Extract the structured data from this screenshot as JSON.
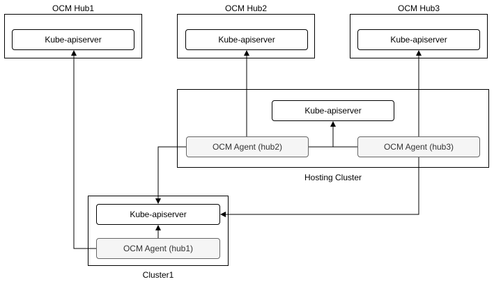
{
  "hubs": [
    {
      "title": "OCM Hub1",
      "apiserver": "Kube-apiserver"
    },
    {
      "title": "OCM Hub2",
      "apiserver": "Kube-apiserver"
    },
    {
      "title": "OCM Hub3",
      "apiserver": "Kube-apiserver"
    }
  ],
  "hosting": {
    "title": "Hosting Cluster",
    "apiserver": "Kube-apiserver",
    "agent_hub2": "OCM Agent (hub2)",
    "agent_hub3": "OCM Agent (hub3)"
  },
  "cluster1": {
    "title": "Cluster1",
    "apiserver": "Kube-apiserver",
    "agent_hub1": "OCM Agent (hub1)"
  },
  "colors": {
    "line": "#000000",
    "agent_fill": "#f5f5f5",
    "agent_border": "#666666"
  }
}
